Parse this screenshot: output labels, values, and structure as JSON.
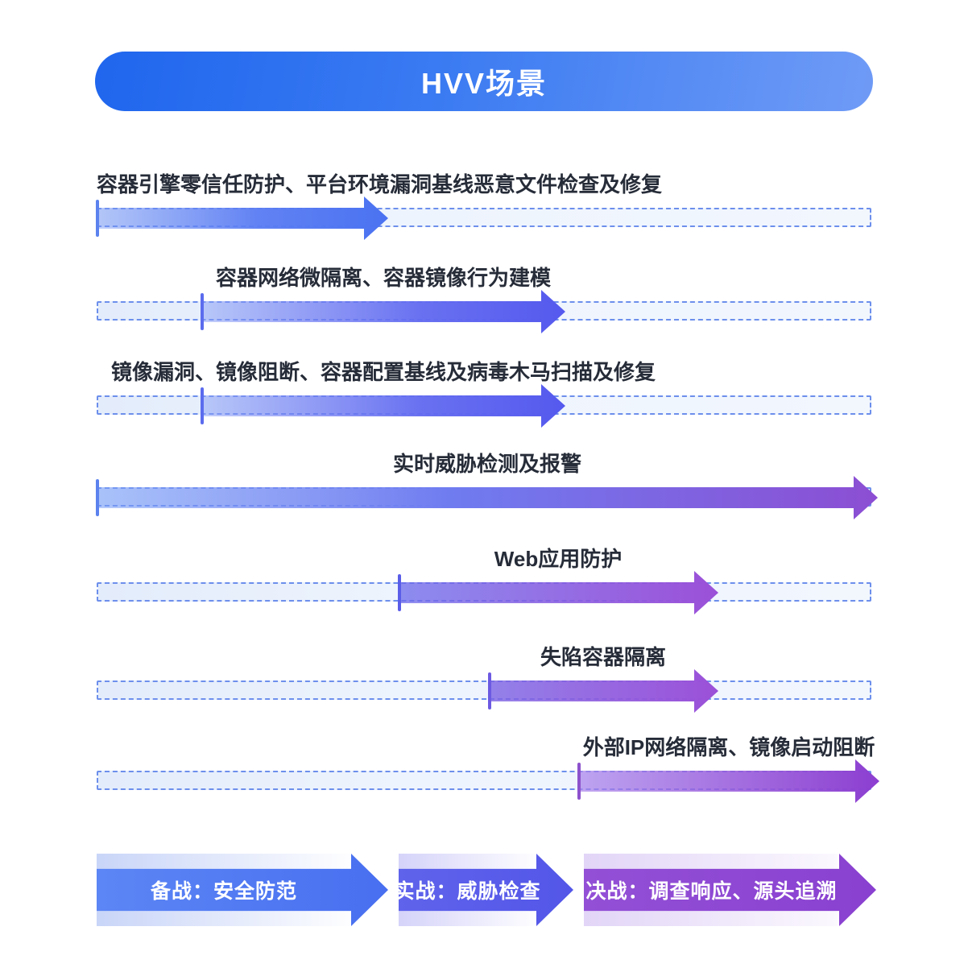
{
  "header": {
    "title": "HVV场景"
  },
  "rows": [
    {
      "label": "容器引擎零信任防护、平台环境漏洞基线恶意文件检查及修复",
      "start_pct": 0,
      "end_pct": 37
    },
    {
      "label": "容器网络微隔离、容器镜像行为建模",
      "start_pct": 13,
      "end_pct": 60
    },
    {
      "label": "镜像漏洞、镜像阻断、容器配置基线及病毒木马扫描及修复",
      "start_pct": 13,
      "end_pct": 60
    },
    {
      "label": "实时威胁检测及报警",
      "start_pct": 0,
      "end_pct": 100
    },
    {
      "label": "Web应用防护",
      "start_pct": 39,
      "end_pct": 80
    },
    {
      "label": "失陷容器隔离",
      "start_pct": 50,
      "end_pct": 80
    },
    {
      "label": "外部IP网络隔离、镜像启动阻断",
      "start_pct": 62,
      "end_pct": 100
    }
  ],
  "phases": [
    {
      "label": "备战：安全防范",
      "color": "#486ff0"
    },
    {
      "label": "实战：威胁检查",
      "color": "#5356e8"
    },
    {
      "label": "决战：调查响应、源头追溯",
      "color": "#8940d0"
    }
  ],
  "colors": {
    "header_gradient_start": "#1f66ee",
    "header_gradient_end": "#6f9bf6",
    "track_dash": "#6d8fec",
    "track_fill": "#eef4fd",
    "arrow_blue": "#4a72f1",
    "arrow_indigo": "#5559ee",
    "arrow_purple": "#8c3ed0",
    "label_text": "#262c38"
  }
}
